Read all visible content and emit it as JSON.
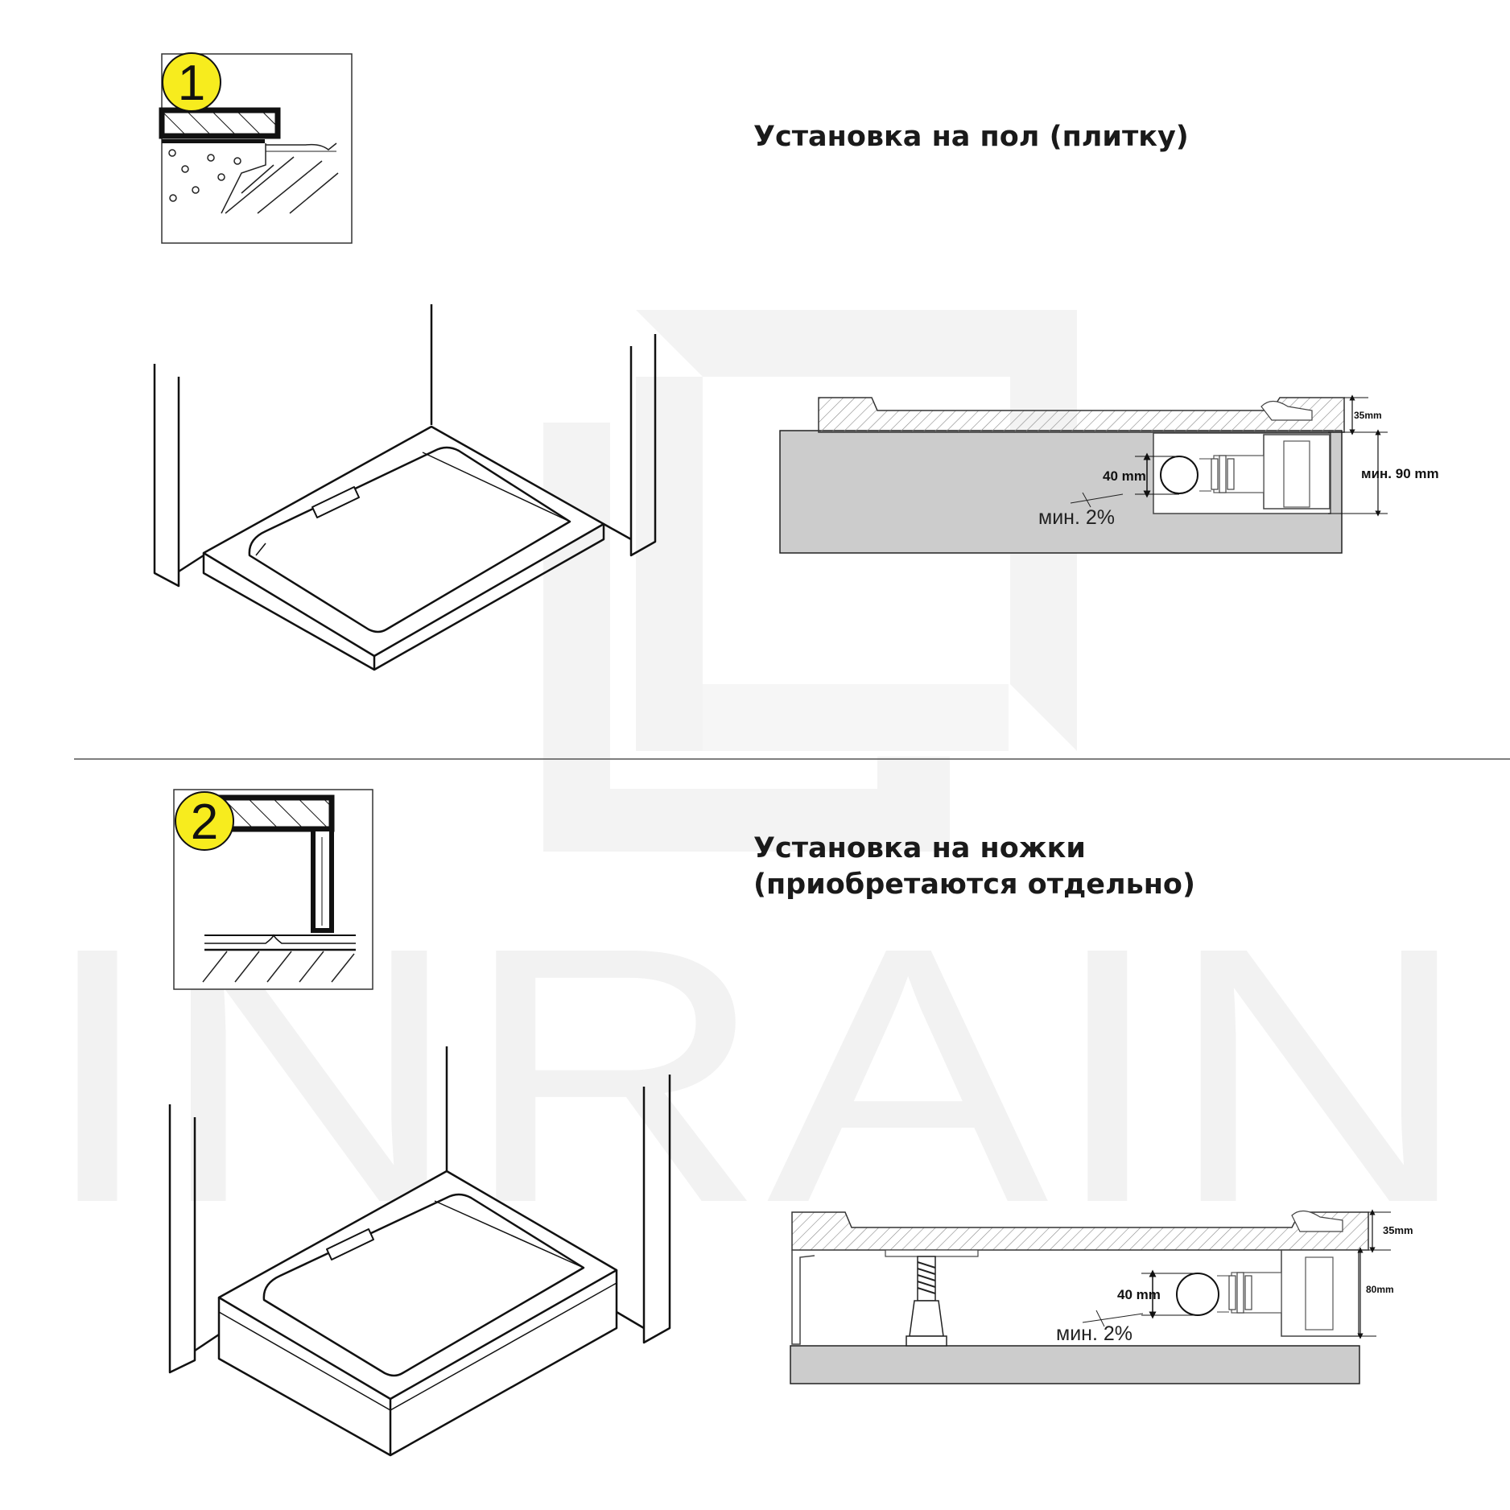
{
  "watermark": {
    "text": "INRAIN",
    "color": "#f2f2f2"
  },
  "section1": {
    "badge": "1",
    "title": "Установка на пол (плитку)",
    "dims": {
      "height_tray": "35mm",
      "drain_pipe": "40 mm",
      "min_height": "мин. 90 mm",
      "slope": "мин. 2%"
    }
  },
  "section2": {
    "badge": "2",
    "title_line1": "Установка на ножки",
    "title_line2": "(приобретаются отдельно)",
    "dims": {
      "height_tray": "35mm",
      "drain_pipe": "40 mm",
      "leg_height": "80mm",
      "slope": "мин. 2%"
    }
  },
  "colors": {
    "badge": "#f7ec1e",
    "floor_fill": "#cccccc",
    "line": "#111111",
    "hatch": "#7a7a7a"
  }
}
